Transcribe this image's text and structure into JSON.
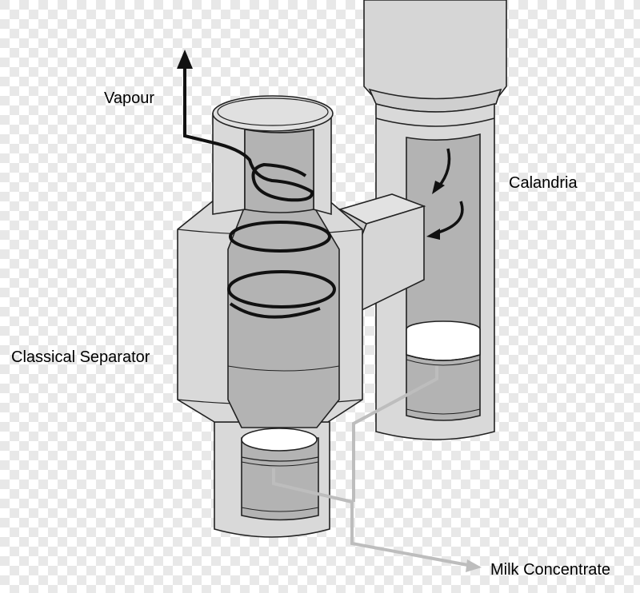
{
  "labels": {
    "vapour": "Vapour",
    "calandria": "Calandria",
    "separator": "Classical Separator",
    "milk": "Milk Concentrate"
  },
  "colors": {
    "checker_light": "#ffffff",
    "checker_dark": "#e8e8e8",
    "body_fill": "#d9d9d9",
    "inner_fill": "#b3b3b3",
    "lid_fill": "#e0e0e0",
    "stroke": "#222222",
    "pipe": "#bdbdbd"
  },
  "icons": [
    "vapour-arrow-icon",
    "flow-arrow-icon",
    "milk-outlet-arrow-icon"
  ]
}
